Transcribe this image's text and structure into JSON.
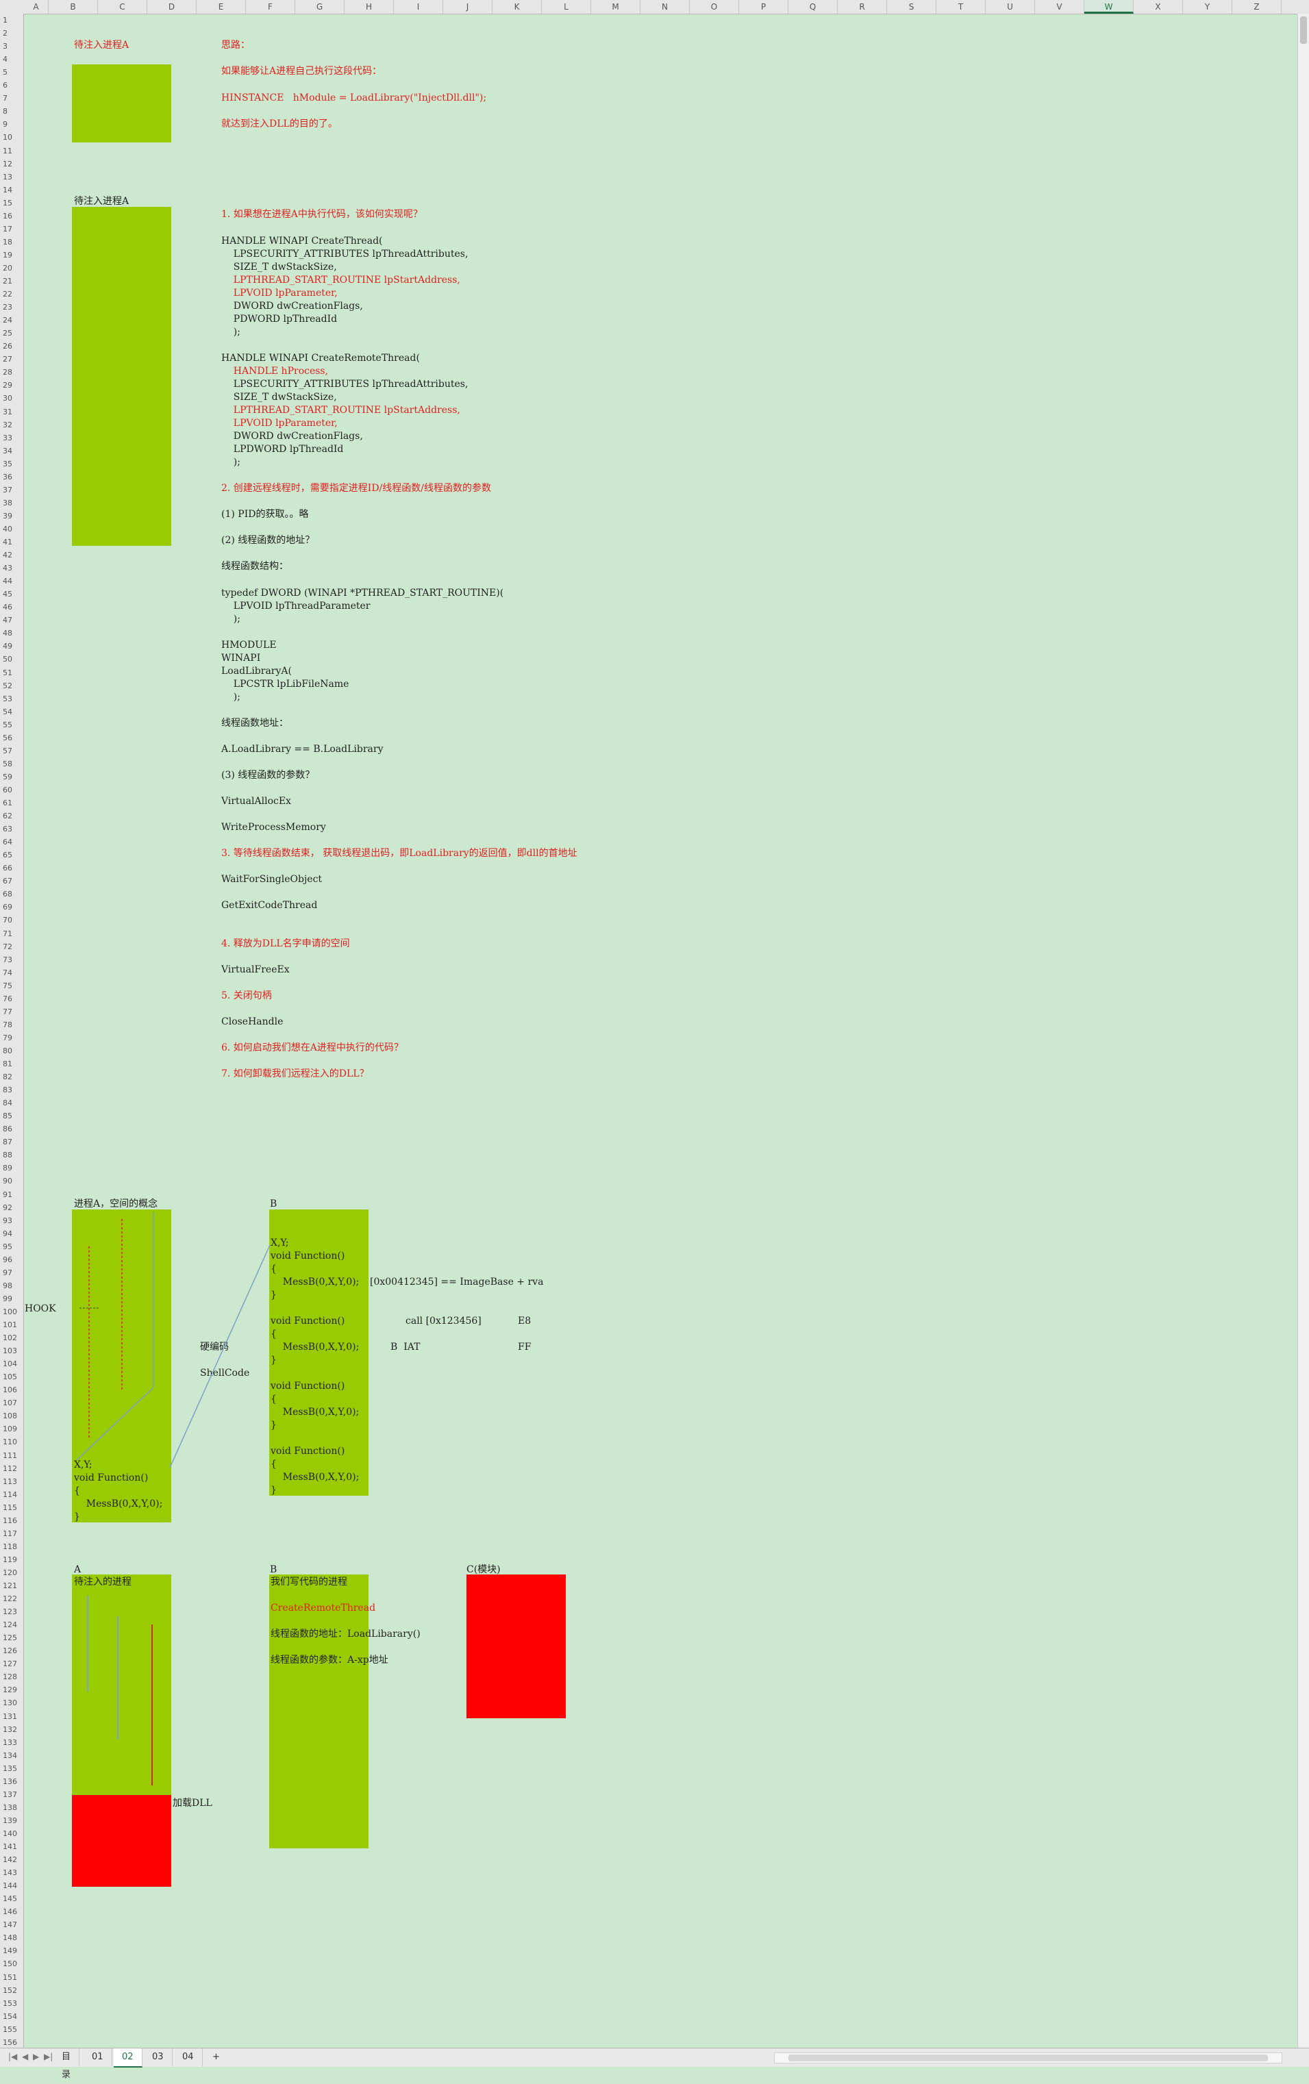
{
  "columns": [
    "A",
    "B",
    "C",
    "D",
    "E",
    "F",
    "G",
    "H",
    "I",
    "J",
    "K",
    "L",
    "M",
    "N",
    "O",
    "P",
    "Q",
    "R",
    "S",
    "T",
    "U",
    "V",
    "W",
    "X",
    "Y",
    "Z"
  ],
  "active_column": "W",
  "row_count": 156,
  "sheet_tabs": [
    {
      "label": "目录",
      "active": false
    },
    {
      "label": "01",
      "active": false
    },
    {
      "label": "02",
      "active": true
    },
    {
      "label": "03",
      "active": false
    },
    {
      "label": "04",
      "active": false
    }
  ],
  "add_sheet": "+",
  "colors": {
    "green": "#99cc00",
    "red": "#ff0000",
    "bg": "#cce8cf",
    "accent": "#217346"
  },
  "section1": {
    "label_a": "待注入进程A",
    "idea": "思路：",
    "line1": "如果能够让A进程自己执行这段代码：",
    "line2": "HINSTANCE   hModule = LoadLibrary(\"InjectDll.dll\");",
    "line3": "就达到注入DLL的目的了。"
  },
  "section2": {
    "label_a": "待注入进程A",
    "q1": "1. 如果想在进程A中执行代码，该如何实现呢？",
    "ct1": "HANDLE WINAPI CreateThread(",
    "ct2": "    LPSECURITY_ATTRIBUTES lpThreadAttributes,",
    "ct3": "    SIZE_T dwStackSize,",
    "ct4": "    LPTHREAD_START_ROUTINE lpStartAddress,",
    "ct5": "    LPVOID lpParameter,",
    "ct6": "    DWORD dwCreationFlags,",
    "ct7": "    PDWORD lpThreadId",
    "ct8": "    );",
    "crt1": "HANDLE WINAPI CreateRemoteThread(",
    "crt2": "    HANDLE hProcess,",
    "crt3": "    LPSECURITY_ATTRIBUTES lpThreadAttributes,",
    "crt4": "    SIZE_T dwStackSize,",
    "crt5": "    LPTHREAD_START_ROUTINE lpStartAddress,",
    "crt6": "    LPVOID lpParameter,",
    "crt7": "    DWORD dwCreationFlags,",
    "crt8": "    LPDWORD lpThreadId",
    "crt9": "    );",
    "q2": "2. 创建远程线程时，需要指定进程ID/线程函数/线程函数的参数",
    "p1": "(1) PID的获取。。略",
    "p2": "(2) 线程函数的地址？",
    "p3": "线程函数结构：",
    "td1": "typedef DWORD (WINAPI *PTHREAD_START_ROUTINE)(",
    "td2": "    LPVOID lpThreadParameter",
    "td3": "    );",
    "ll1": "HMODULE",
    "ll2": "WINAPI",
    "ll3": "LoadLibraryA(",
    "ll4": "    LPCSTR lpLibFileName",
    "ll5": "    );",
    "p4": "线程函数地址：",
    "p5": "A.LoadLibrary == B.LoadLibrary",
    "p6": "(3) 线程函数的参数？",
    "p7": "VirtualAllocEx",
    "p8": "WriteProcessMemory",
    "q3": "3. 等待线程函数结束， 获取线程退出码，即LoadLibrary的返回值，即dll的首地址",
    "p9": "WaitForSingleObject",
    "p10": "GetExitCodeThread",
    "q4": "4. 释放为DLL名字申请的空间",
    "p11": "VirtualFreeEx",
    "q5": "5. 关闭句柄",
    "p12": "CloseHandle",
    "q6": "6. 如何启动我们想在A进程中执行的代码？",
    "q7": "7. 如何卸载我们远程注入的DLL？"
  },
  "section3": {
    "label_a": "进程A，空间的概念",
    "label_b": "B",
    "hook": "HOOK",
    "hard": "硬编码",
    "shell": "ShellCode",
    "a_code": [
      "X,Y;",
      "void Function()",
      "{",
      "    MessB(0,X,Y,0);",
      "}"
    ],
    "b_code": [
      "X,Y;",
      "void Function()",
      "{",
      "    MessB(0,X,Y,0);",
      "}",
      "",
      "void Function()",
      "{",
      "    MessB(0,X,Y,0);",
      "}",
      "",
      "void Function()",
      "{",
      "    MessB(0,X,Y,0);",
      "}",
      "",
      "void Function()",
      "{",
      "    MessB(0,X,Y,0);",
      "}"
    ],
    "addr": "[0x00412345] == ImageBase + rva",
    "call": "call [0x123456]",
    "iat": "B  IAT",
    "e8": "E8",
    "ff": "FF"
  },
  "section4": {
    "label_a": "A",
    "label_a2": "待注入的进程",
    "load_dll": "加载DLL",
    "label_b": "B",
    "b1": "我们写代码的进程",
    "b2": "CreateRemoteThread",
    "b3": "线程函数的地址：LoadLibarary()",
    "b4": "线程函数的参数：A-xp地址",
    "label_c": "C(模块)"
  }
}
